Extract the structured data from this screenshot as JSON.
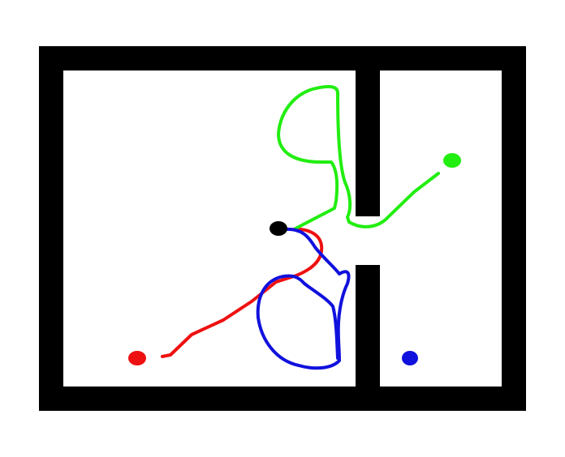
{
  "diagram": {
    "colors": {
      "background": "#ffffff",
      "walls": "#000000",
      "start": "#000000",
      "red": "#ee1111",
      "green": "#22ee11",
      "blue": "#1111dd"
    },
    "goals": [
      {
        "name": "red-goal",
        "color": "#ee1111"
      },
      {
        "name": "green-goal",
        "color": "#22ee11"
      },
      {
        "name": "blue-goal",
        "color": "#1111dd"
      }
    ],
    "paths": [
      {
        "name": "red-path",
        "color": "#ee1111"
      },
      {
        "name": "green-path",
        "color": "#22ee11"
      },
      {
        "name": "blue-path",
        "color": "#1111dd"
      }
    ]
  }
}
